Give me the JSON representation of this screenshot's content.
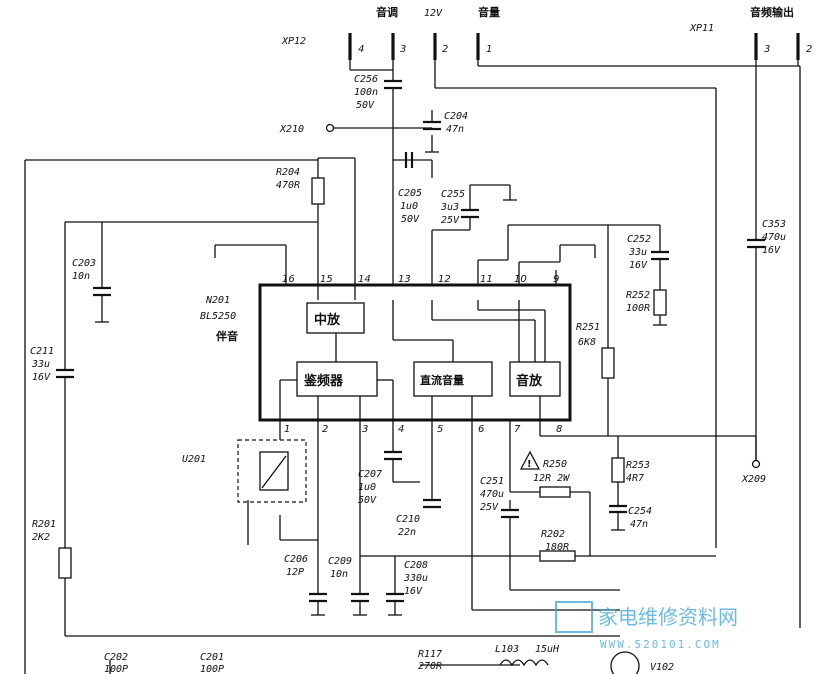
{
  "connectors": {
    "xp12": {
      "label": "XP12",
      "pins": [
        "4",
        "3",
        "2",
        "1"
      ],
      "headers": [
        "音调",
        "12V",
        "音量"
      ]
    },
    "xp11": {
      "label": "XP11",
      "pins": [
        "3",
        "2"
      ],
      "header": "音频输出"
    }
  },
  "terminals": {
    "x210": "X210",
    "x209": "X209"
  },
  "ic": {
    "ref": "N201",
    "part": "BL5250",
    "name": "伴音",
    "blocks": {
      "if_amp": "中放",
      "discriminator": "鉴频器",
      "dc_volume": "直流音量",
      "audio_amp": "音放"
    },
    "top_pins": [
      "16",
      "15",
      "14",
      "13",
      "12",
      "11",
      "10",
      "9"
    ],
    "bottom_pins": [
      "1",
      "2",
      "3",
      "4",
      "5",
      "6",
      "7",
      "8"
    ]
  },
  "components": {
    "c256": {
      "ref": "C256",
      "value": "100n",
      "rating": "50V"
    },
    "c204": {
      "ref": "C204",
      "value": "47n"
    },
    "r204": {
      "ref": "R204",
      "value": "470R"
    },
    "c205": {
      "ref": "C205",
      "value": "1u0",
      "rating": "50V"
    },
    "c255": {
      "ref": "C255",
      "value": "3u3",
      "rating": "25V"
    },
    "c252": {
      "ref": "C252",
      "value": "33u",
      "rating": "16V"
    },
    "c353": {
      "ref": "C353",
      "value": "470u",
      "rating": "16V"
    },
    "c203": {
      "ref": "C203",
      "value": "10n"
    },
    "r252": {
      "ref": "R252",
      "value": "100R"
    },
    "r251": {
      "ref": "R251",
      "value": "6K8"
    },
    "c211": {
      "ref": "C211",
      "value": "33u",
      "rating": "16V"
    },
    "u201": {
      "ref": "U201"
    },
    "r250": {
      "ref": "R250",
      "value": "12R 2W"
    },
    "r253": {
      "ref": "R253",
      "value": "4R7"
    },
    "c207": {
      "ref": "C207",
      "value": "1u0",
      "rating": "50V"
    },
    "c251": {
      "ref": "C251",
      "value": "470u",
      "rating": "25V"
    },
    "c254": {
      "ref": "C254",
      "value": "47n"
    },
    "c210": {
      "ref": "C210",
      "value": "22n"
    },
    "r201": {
      "ref": "R201",
      "value": "2K2"
    },
    "r202": {
      "ref": "R202",
      "value": "180R"
    },
    "c206": {
      "ref": "C206",
      "value": "12P"
    },
    "c209": {
      "ref": "C209",
      "value": "10n"
    },
    "c208": {
      "ref": "C208",
      "value": "330u",
      "rating": "16V"
    },
    "c202": {
      "ref": "C202",
      "value": "100P"
    },
    "c201": {
      "ref": "C201",
      "value": "100P"
    },
    "r117": {
      "ref": "R117",
      "value": "270R"
    },
    "l103": {
      "ref": "L103",
      "value": "15uH"
    },
    "v102": {
      "ref": "V102"
    }
  },
  "watermark": {
    "text": "家电维修资料网",
    "url": "WWW.520101.COM"
  }
}
